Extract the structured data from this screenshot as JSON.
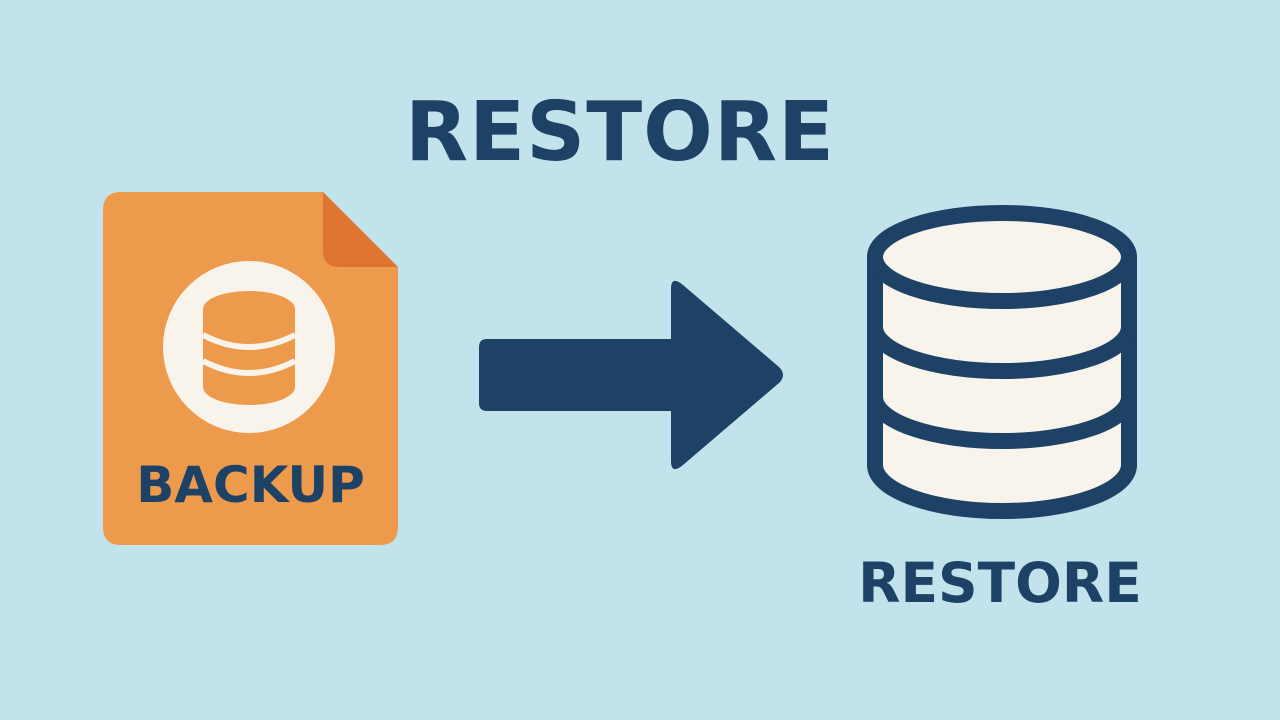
{
  "title": "RESTORE",
  "source": {
    "label": "BACKUP",
    "icon": "backup-file-icon",
    "inner_icon": "database-icon",
    "color": "#ee9a4d",
    "fold_color": "#dd7430"
  },
  "flow": {
    "icon": "right-arrow-icon",
    "color": "#1d4266"
  },
  "target": {
    "label": "RESTORE",
    "icon": "database-icon",
    "color": "#1d4266",
    "fill": "#f8f4ec"
  },
  "colors": {
    "background": "#c3e3ec",
    "text": "#1d4266"
  }
}
